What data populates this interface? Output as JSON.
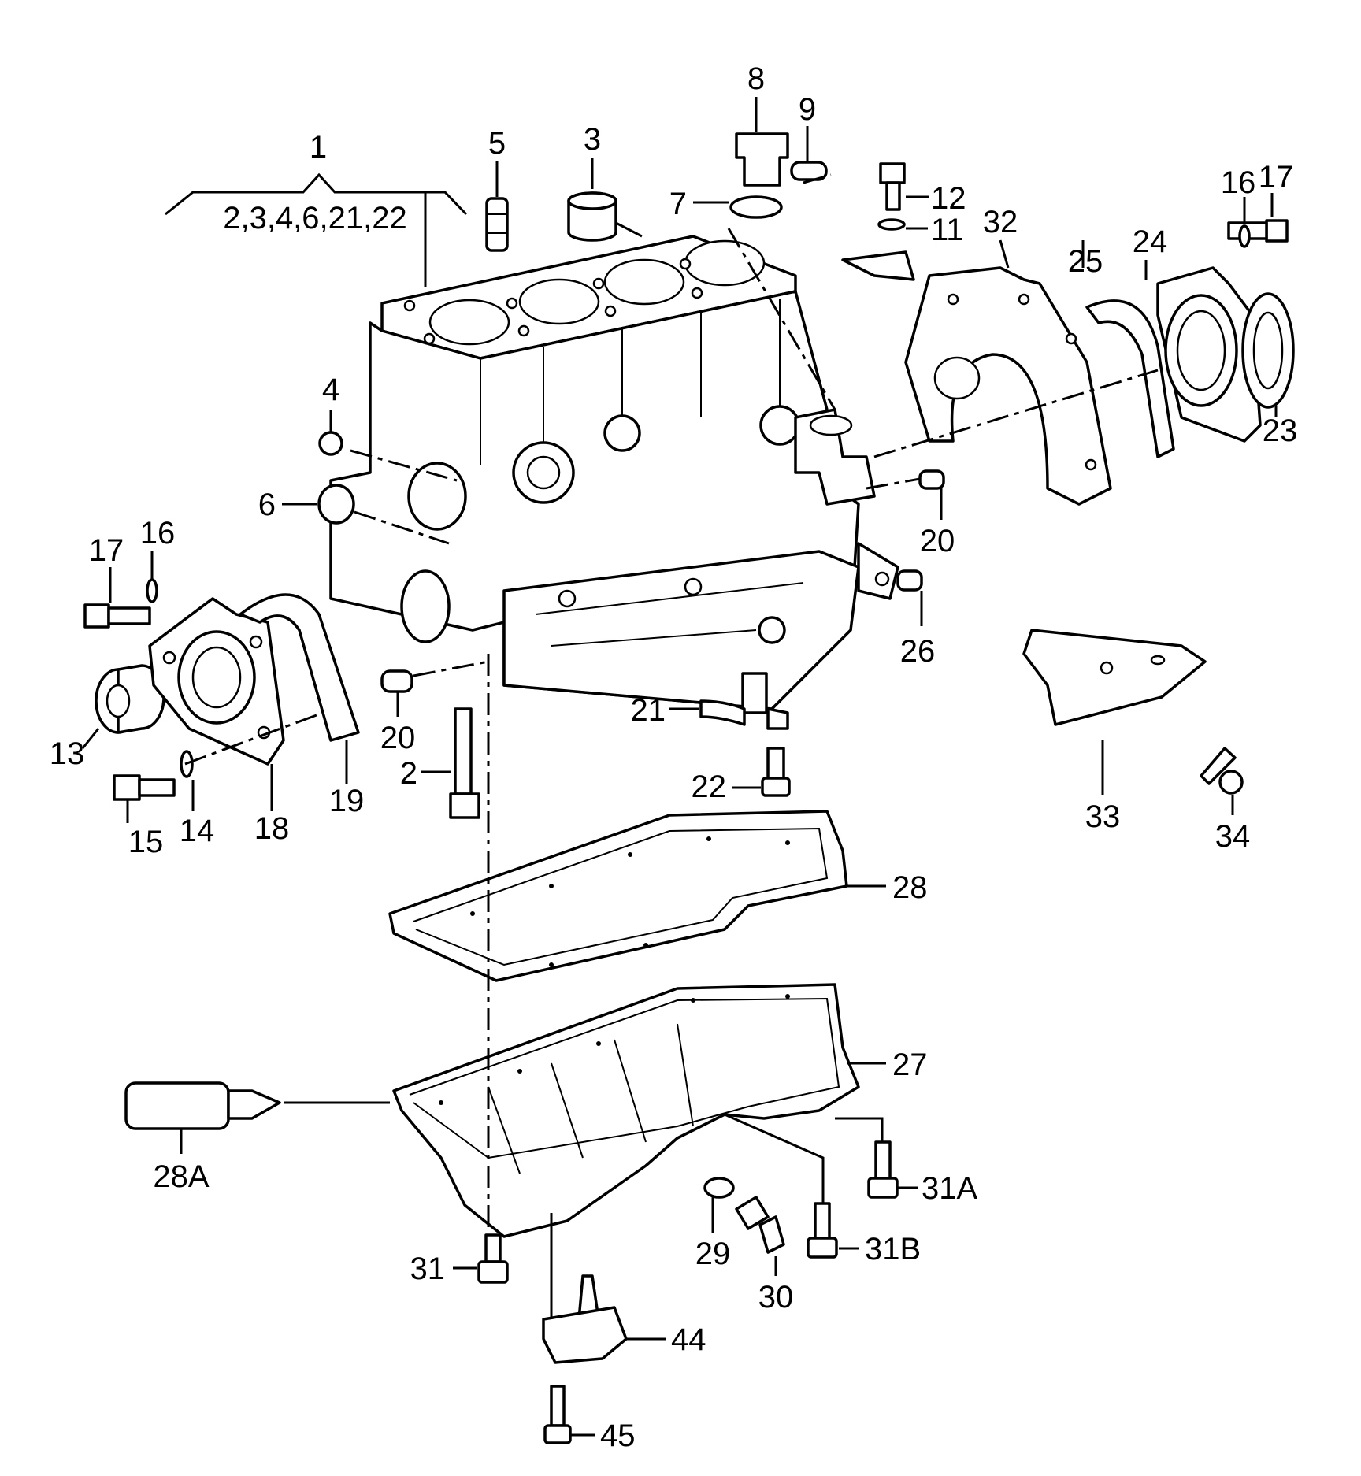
{
  "group": {
    "number": "1",
    "members": "2,3,4,6,21,22"
  },
  "labels": {
    "p2": "2",
    "p3": "3",
    "p4": "4",
    "p5": "5",
    "p6": "6",
    "p7": "7",
    "p8": "8",
    "p9": "9",
    "p11": "11",
    "p12": "12",
    "p13": "13",
    "p14": "14",
    "p15": "15",
    "p16_left": "16",
    "p16_right": "16",
    "p17_left": "17",
    "p17_right": "17",
    "p18": "18",
    "p19": "19",
    "p20_left": "20",
    "p20_right": "20",
    "p21": "21",
    "p22": "22",
    "p23": "23",
    "p24": "24",
    "p25": "25",
    "p26": "26",
    "p27": "27",
    "p28": "28",
    "p28A": "28A",
    "p29": "29",
    "p30": "30",
    "p31": "31",
    "p31A": "31A",
    "p31B": "31B",
    "p32": "32",
    "p33": "33",
    "p34": "34",
    "p44": "44",
    "p45": "45"
  }
}
